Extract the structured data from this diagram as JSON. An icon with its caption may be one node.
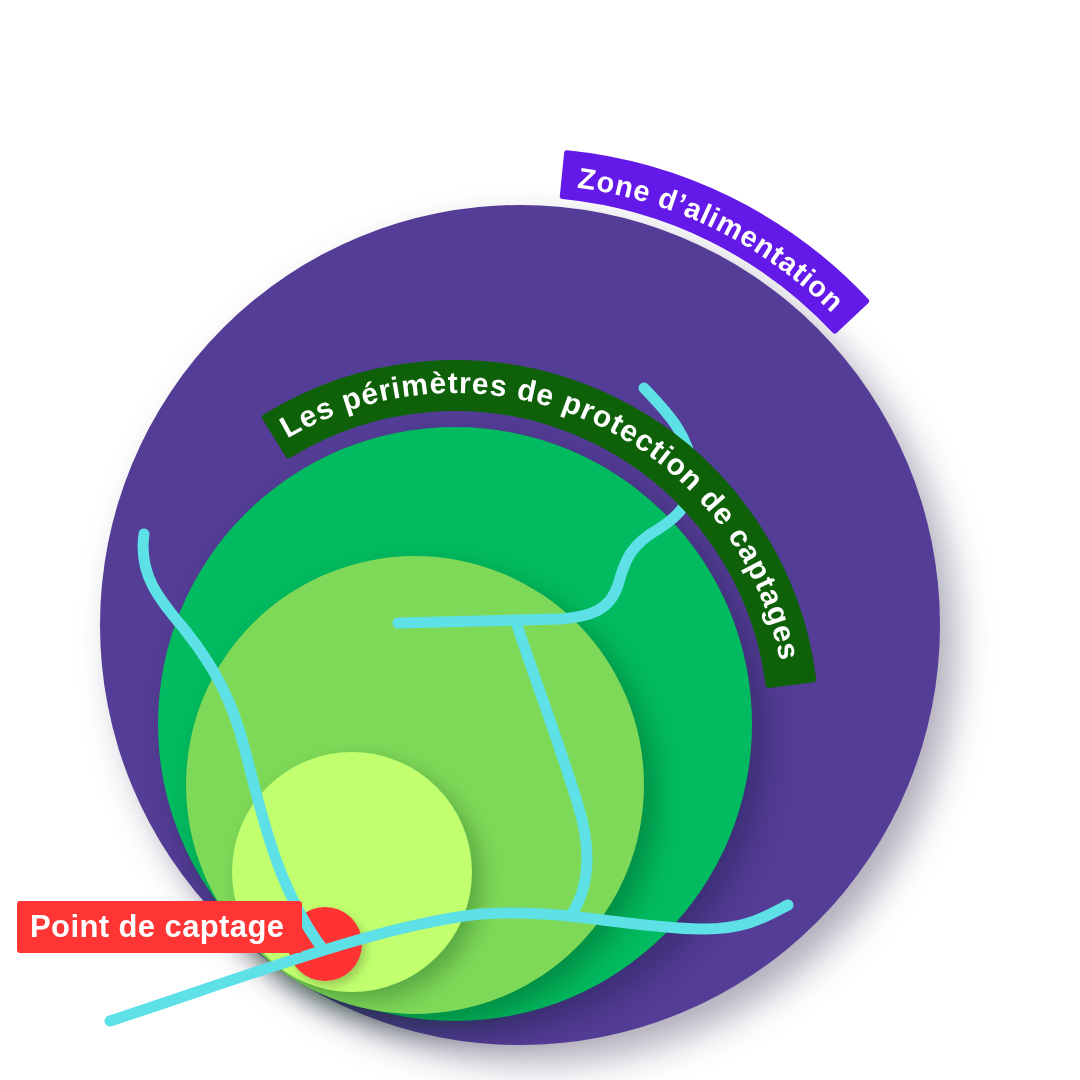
{
  "diagram": {
    "nodes": [
      {
        "text": [
          "Zone d’alimentation"
        ]
      },
      {
        "text": [
          "Les périmètres de protection de captages"
        ],
        "in": 0
      },
      {
        "text": [],
        "shape": "circle",
        "in": 1
      },
      {
        "text": [],
        "shape": "circle",
        "in": 2
      },
      {
        "text": [
          "Point de captage"
        ]
      },
      {
        "text": [],
        "shape": "circle",
        "in": 3
      }
    ]
  }
}
